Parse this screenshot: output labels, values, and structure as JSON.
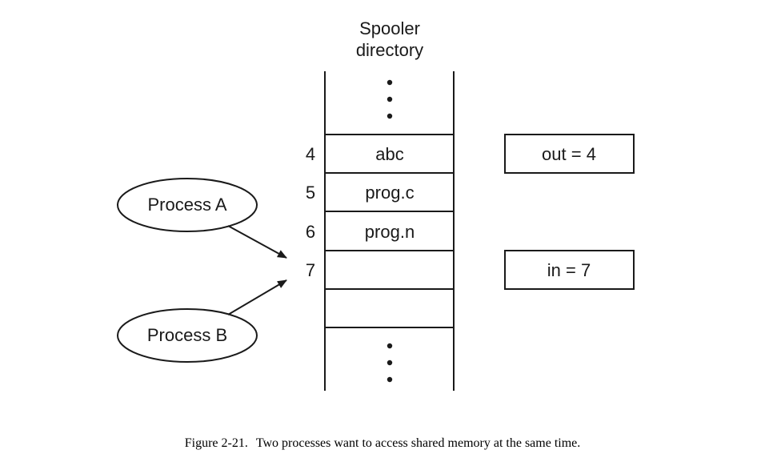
{
  "spooler": {
    "title_line1": "Spooler",
    "title_line2": "directory",
    "slots": [
      {
        "index": "4",
        "content": "abc"
      },
      {
        "index": "5",
        "content": "prog.c"
      },
      {
        "index": "6",
        "content": "prog.n"
      },
      {
        "index": "7",
        "content": ""
      }
    ]
  },
  "variables": {
    "out_label": "out = 4",
    "in_label": "in = 7"
  },
  "processes": {
    "a_label": "Process A",
    "b_label": "Process B"
  },
  "caption": {
    "figure_label": "Figure 2-21.",
    "text": "Two processes want to access shared memory at the same time."
  }
}
